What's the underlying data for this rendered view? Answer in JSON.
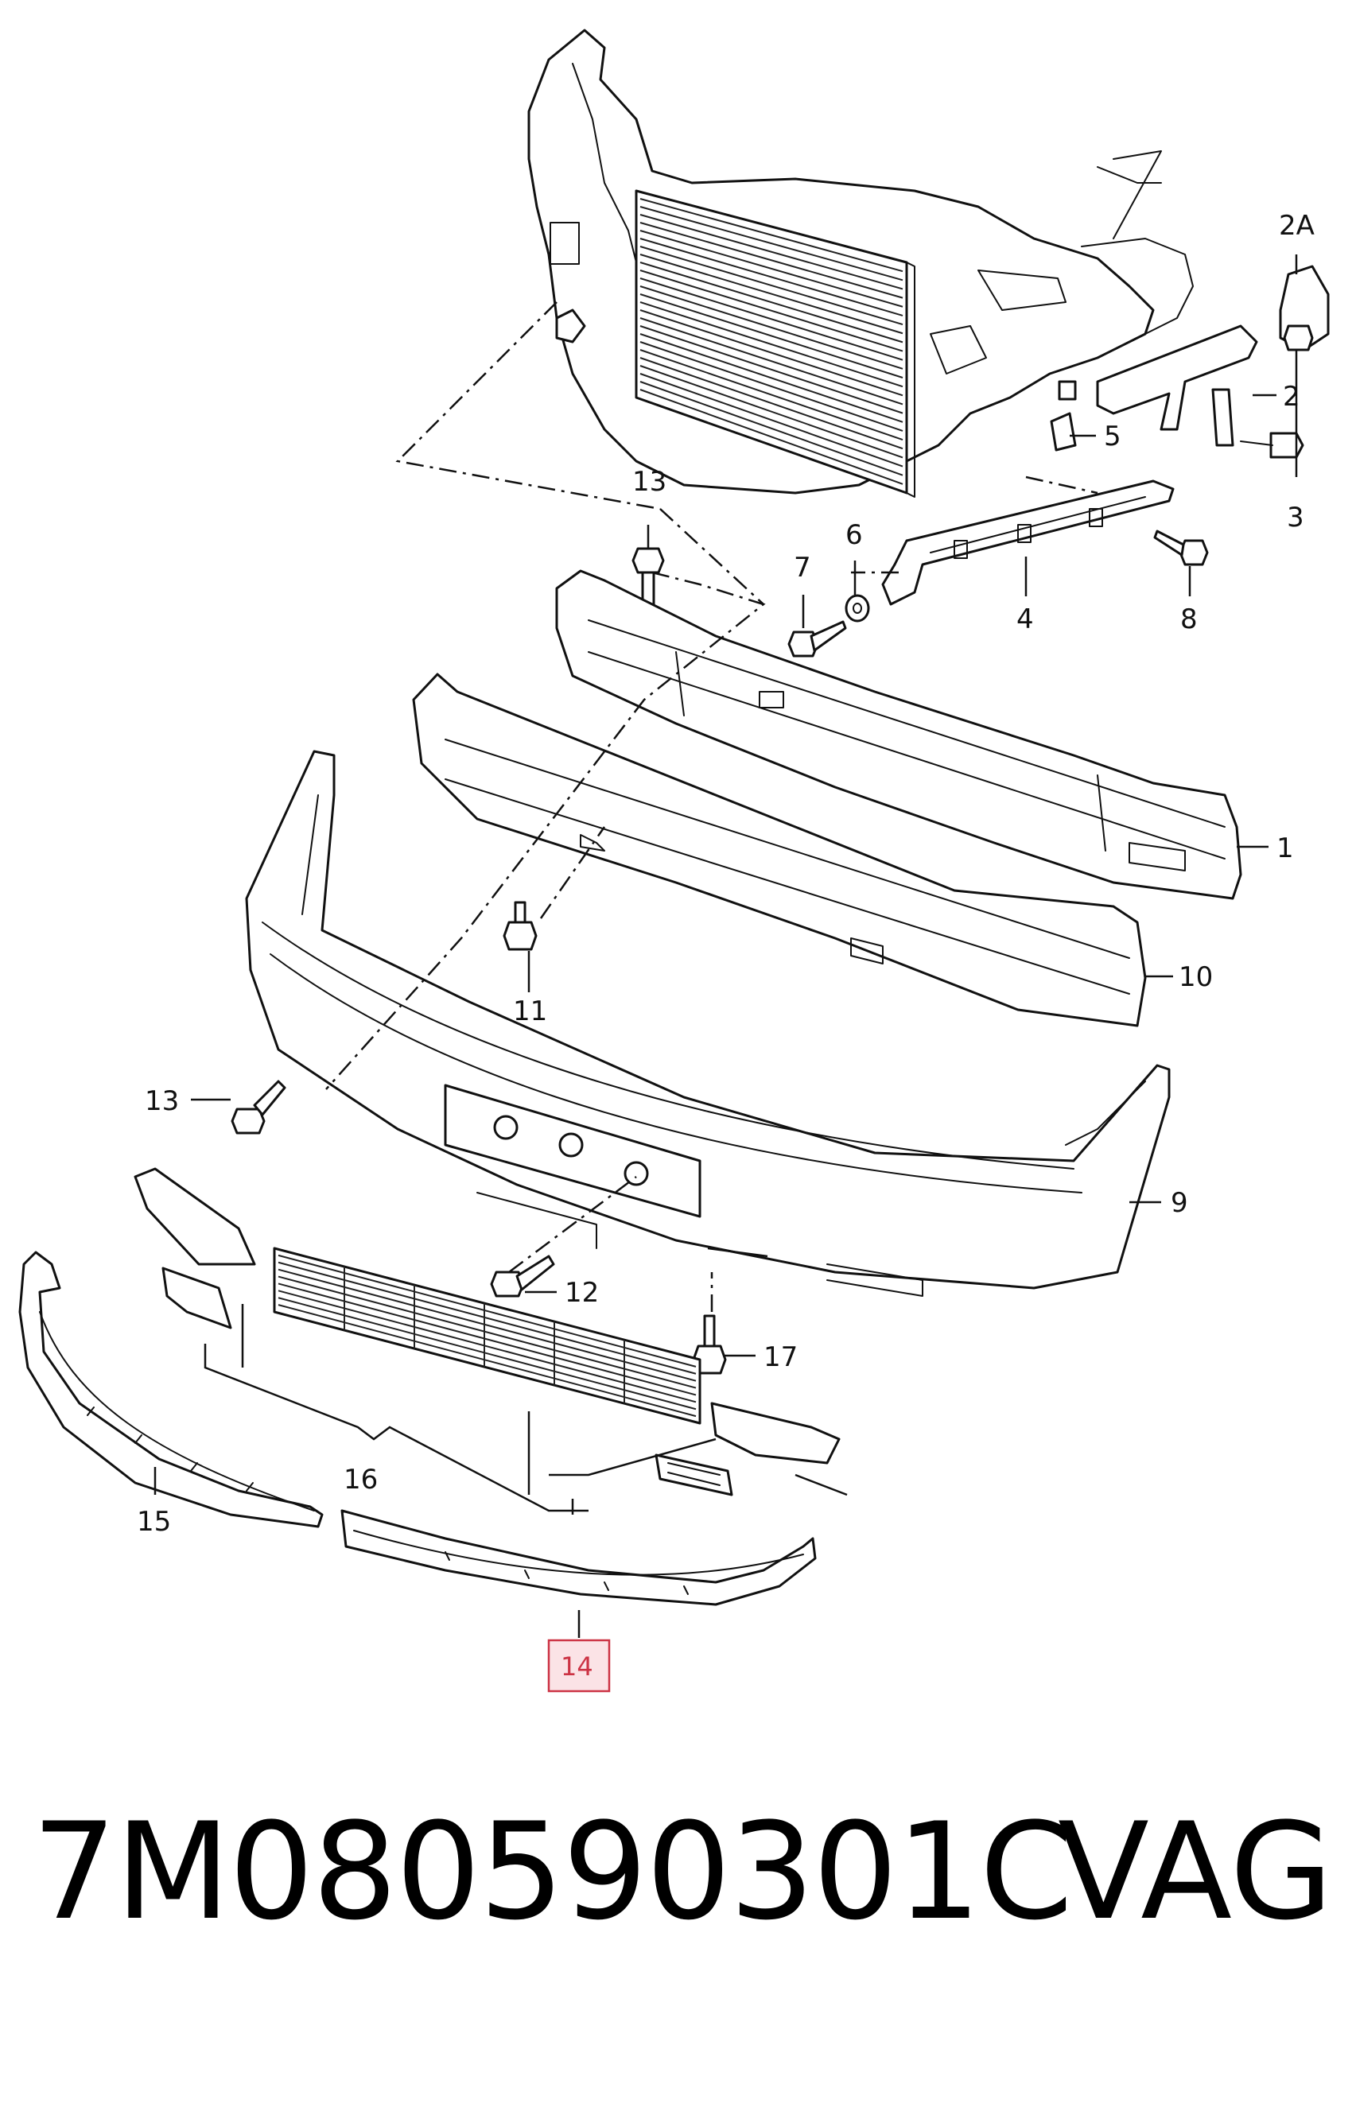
{
  "diagram": {
    "labels": {
      "l1": "1",
      "l2": "2",
      "l2a": "2A",
      "l3": "3",
      "l4": "4",
      "l5": "5",
      "l6": "6",
      "l7": "7",
      "l8": "8",
      "l9": "9",
      "l10": "10",
      "l11": "11",
      "l12": "12",
      "l13a": "13",
      "l13b": "13",
      "l14": "14",
      "l15": "15",
      "l16": "16",
      "l17": "17"
    },
    "highlight_color": "#cc3344"
  },
  "footer": {
    "part_number": "7M080590301C",
    "brand": "VAG"
  }
}
